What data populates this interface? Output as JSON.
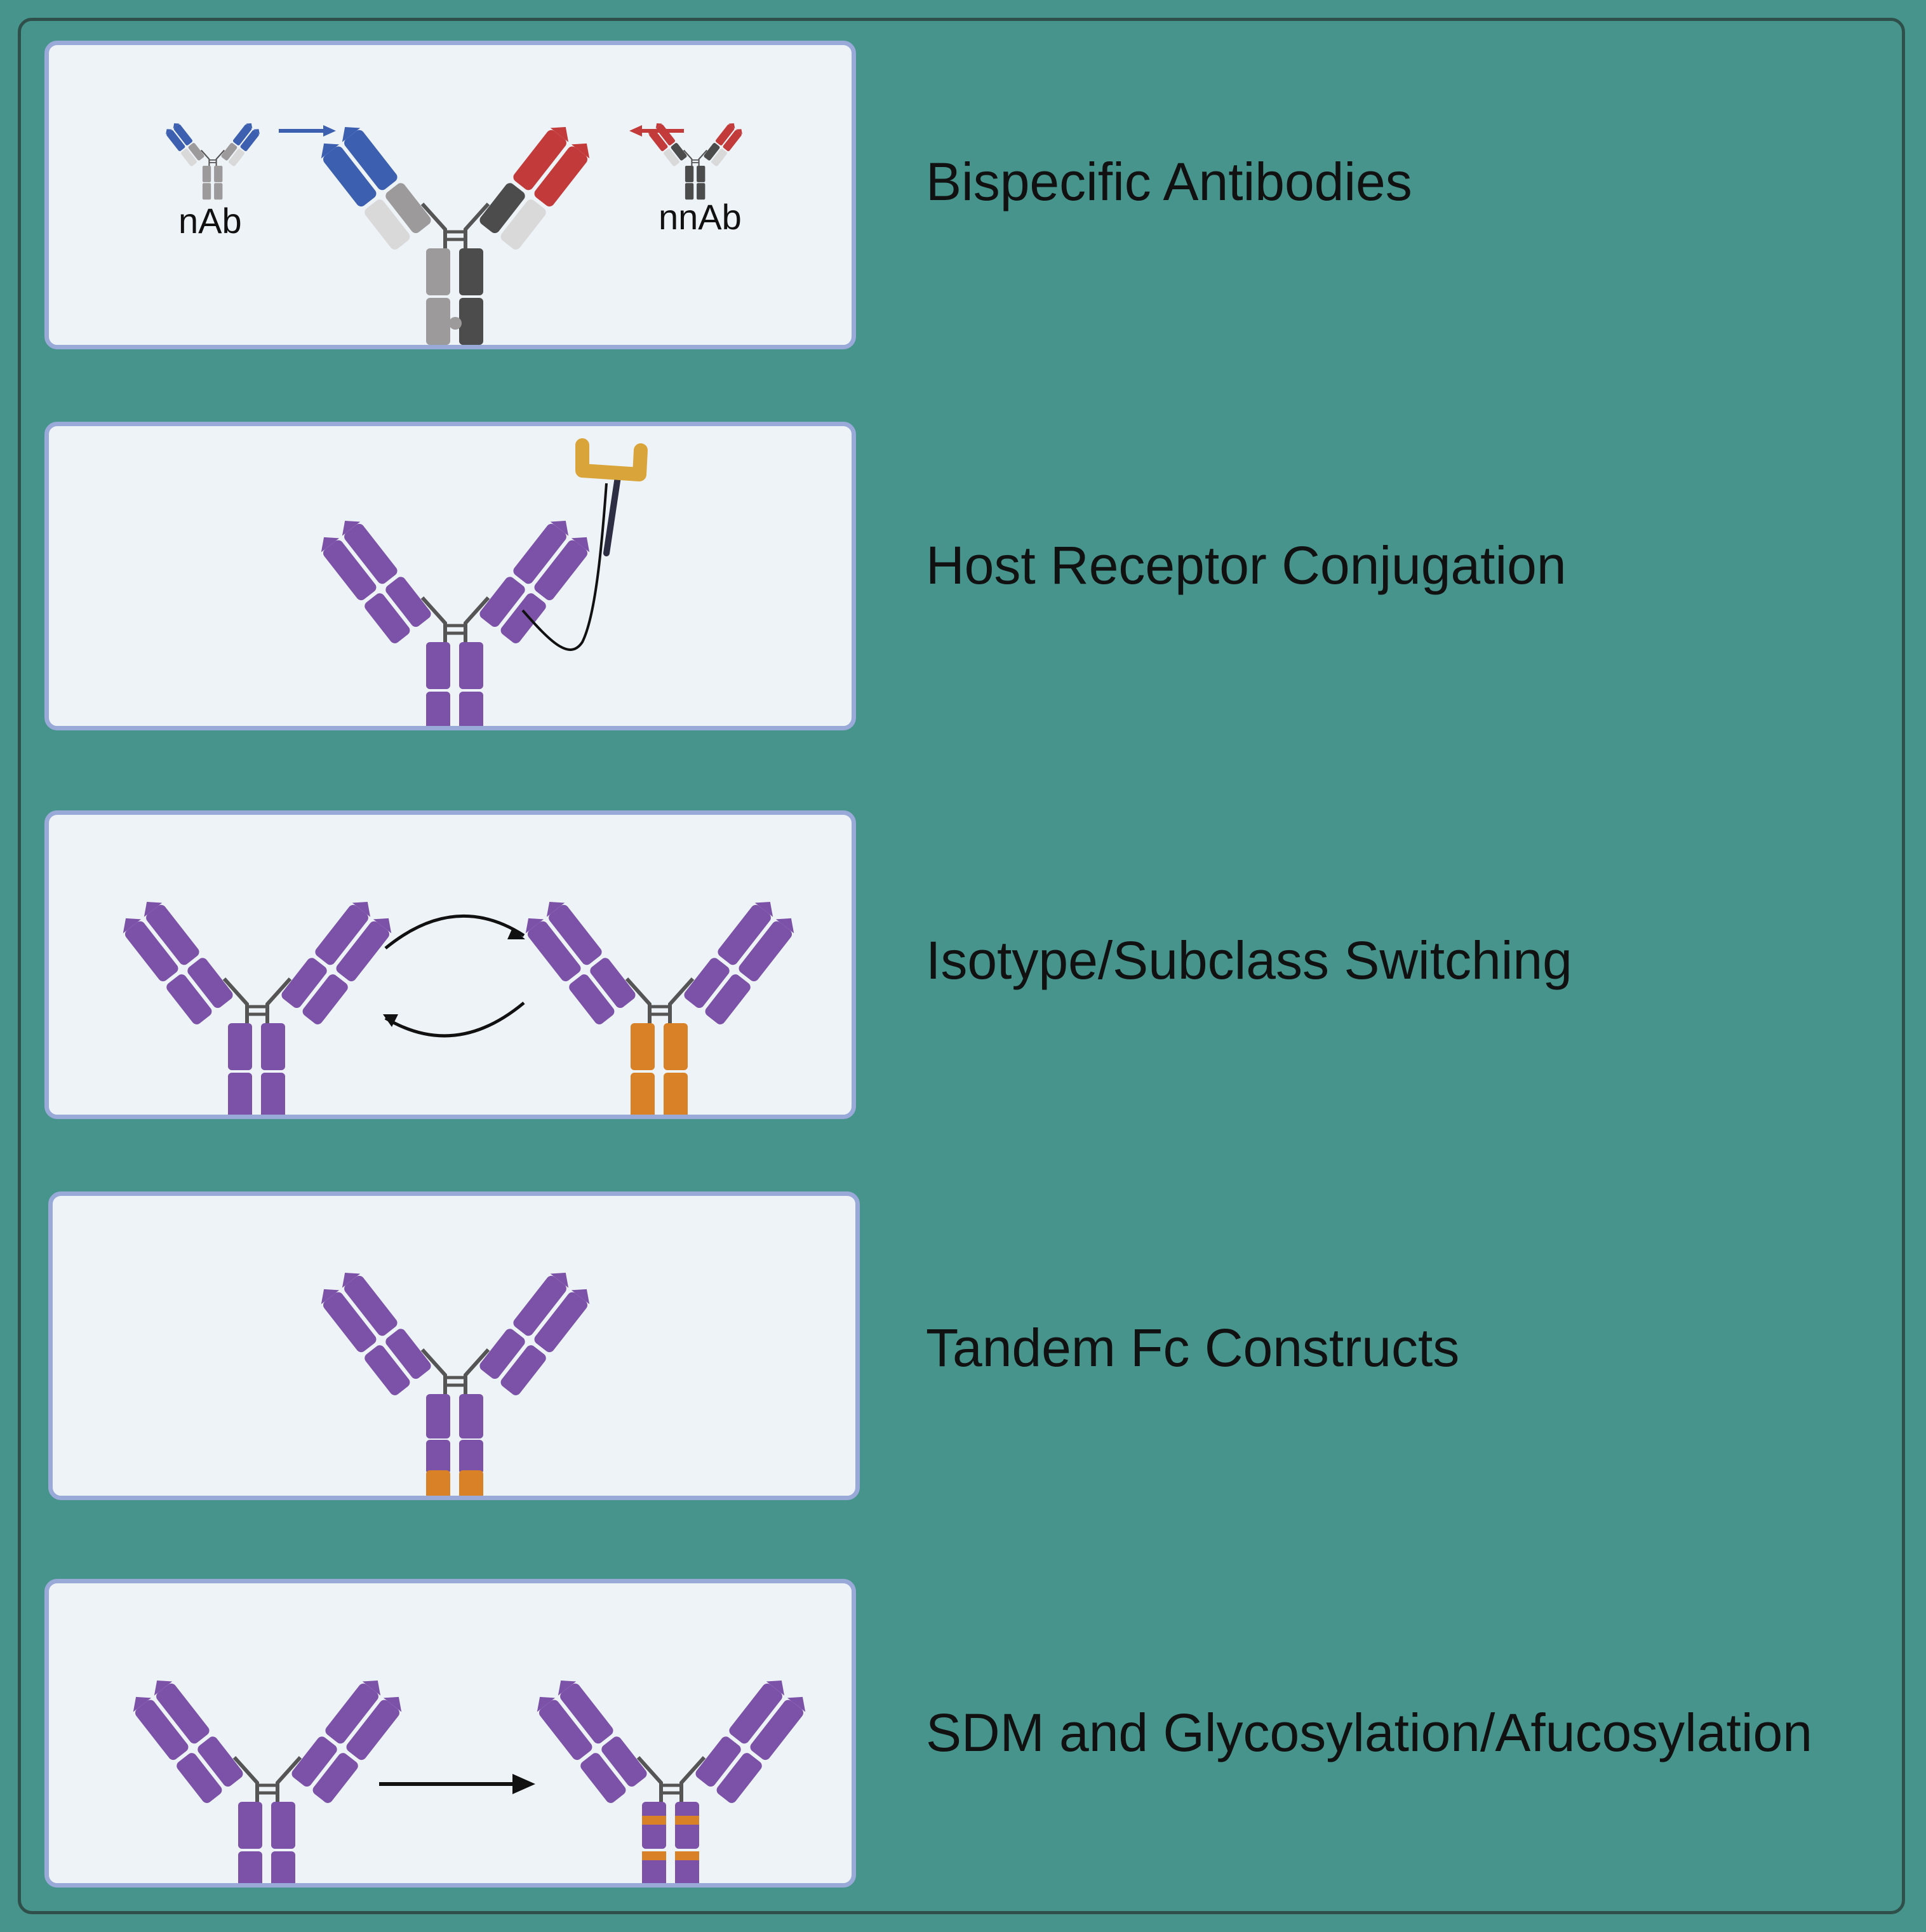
{
  "colors": {
    "background": "#47948d",
    "panel": "#eef3f8",
    "panel_border": "#9aaad8",
    "purple": "#7b52a8",
    "orange": "#d98127",
    "blue": "#3c5fb0",
    "red": "#c23a3a",
    "light_gray": "#d9d9d9",
    "mid_gray": "#9c9a9a",
    "dark_gray": "#4c4c4c",
    "receptor_gold": "#d9a53a"
  },
  "rows": [
    {
      "title": "Bispecific Antibodies",
      "left_label": "nAb",
      "right_label": "nnAb"
    },
    {
      "title": "Host Receptor Conjugation"
    },
    {
      "title": "Isotype/Subclass Switching"
    },
    {
      "title": "Tandem Fc Constructs"
    },
    {
      "title": "SDM and Glycosylation/Afucosylation"
    }
  ]
}
